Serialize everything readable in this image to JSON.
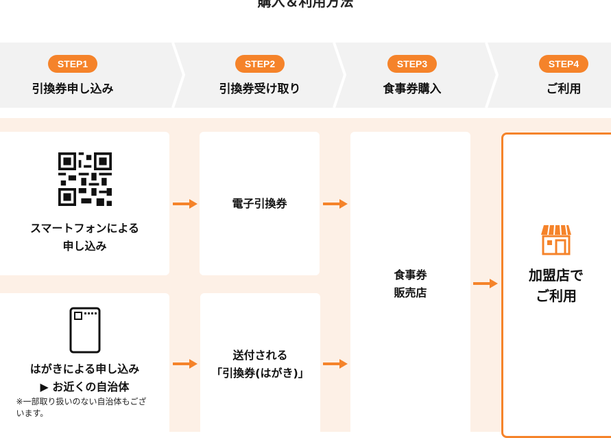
{
  "page_title": "購入＆利用方法",
  "steps": [
    {
      "badge": "STEP1",
      "label": "引換券申し込み"
    },
    {
      "badge": "STEP2",
      "label": "引換券受け取り"
    },
    {
      "badge": "STEP3",
      "label": "食事券購入"
    },
    {
      "badge": "STEP4",
      "label": "ご利用"
    }
  ],
  "flow": {
    "smartphone": {
      "line1": "スマートフォンによる",
      "line2": "申し込み"
    },
    "electronic": "電子引換券",
    "postcard": {
      "line1": "はがきによる申し込み",
      "line2": "▶ お近くの自治体",
      "note": "※一部取り扱いのない自治体もございます。"
    },
    "sent": {
      "line1": "送付される",
      "line2": "「引換券(はがき)」"
    },
    "shop": {
      "line1": "食事券",
      "line2": "販売店"
    },
    "use": {
      "line1": "加盟店で",
      "line2": "ご利用"
    }
  },
  "colors": {
    "accent": "#f5832a",
    "bg": "#fdf0e6"
  }
}
